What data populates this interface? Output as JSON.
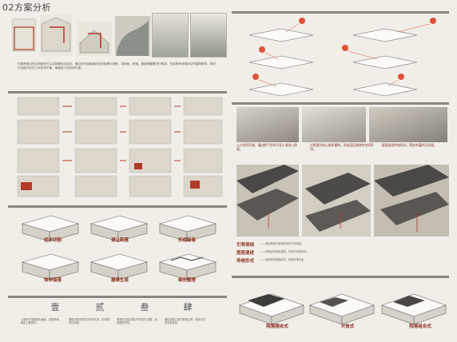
{
  "page": {
    "title": "02方案分析"
  },
  "intro_text": "村居院落中的空间组织与生活场景相互依存，通过对传统聚落形态的梳理与提炼，将街巷、院落、屋面等要素进行转译，形成具有地域特征的建筑群体，同时在功能与形态之间寻求平衡，营造宜人的空间尺度。",
  "sections": {
    "left_mid_header": "",
    "left_lower_header": "",
    "bottom_left_header": "",
    "right_mid_header": "",
    "right_bottom_header": ""
  },
  "process_labels": [
    "初步切割",
    "退让院落",
    "形成街巷",
    "体块错落",
    "屋面生成",
    "细化整理"
  ],
  "steps": {
    "chars": [
      "壹",
      "贰",
      "叁",
      "肆"
    ],
    "texts": [
      "以原有村落肌理为基础，梳理场地，确定主要体块。",
      "根据功能需求进行体块切割，形成院落与街巷。",
      "屋面形态结合周边环境进行调整，形成错落关系。",
      "细化建筑立面与院落空间，营造丰富的场景体验。"
    ]
  },
  "mid_captions": [
    "入口空间开放，通过檐下空间引导人流进入院落。",
    "以院落为核心组织建筑，形成层层递进的空间序列。",
    "屋面延续传统形式，营造丰富的天际线。"
  ],
  "right_text": {
    "lines": [
      "引导视线",
      "层层递进",
      "传统形式"
    ],
    "notes": [
      "——通过巷道与院落的转折引导视线。",
      "——院落空间层层递进，形成丰富的序列。",
      "——延续传统屋面形式，营造村落意象。"
    ]
  },
  "bottom_labels": [
    "院落围合式",
    "开放式",
    "院落组合式"
  ],
  "colors": {
    "accent": "#8a2c20",
    "sun": "#e0533a",
    "bg": "#f1eee8"
  }
}
